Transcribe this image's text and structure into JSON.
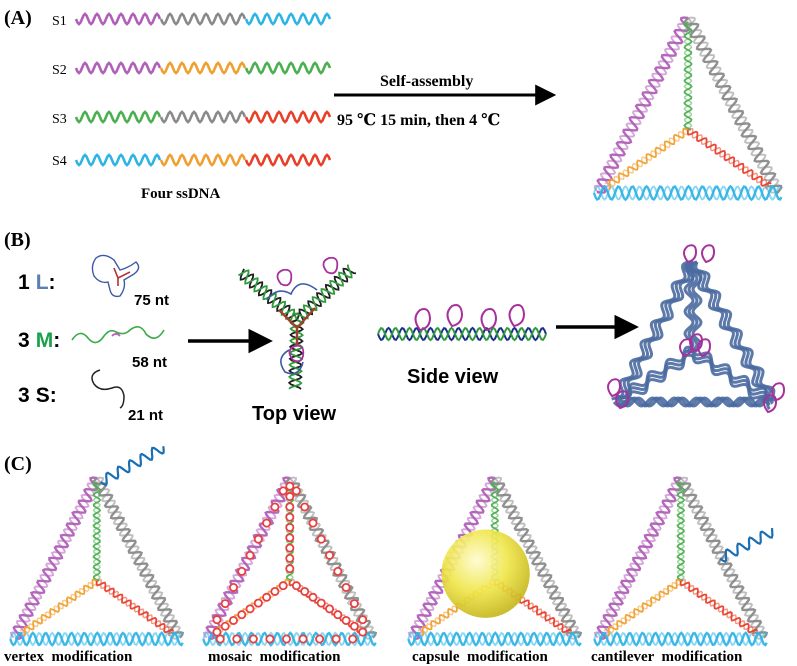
{
  "panels": {
    "a": {
      "label": "(A)",
      "strands": [
        {
          "name": "S1",
          "segments": [
            "purple",
            "gray",
            "cyan"
          ]
        },
        {
          "name": "S2",
          "segments": [
            "purple",
            "orange",
            "green"
          ]
        },
        {
          "name": "S3",
          "segments": [
            "green",
            "gray",
            "red"
          ]
        },
        {
          "name": "S4",
          "segments": [
            "cyan",
            "orange",
            "red"
          ]
        }
      ],
      "strands_caption": "Four ssDNA",
      "arrow_top": "Self-assembly",
      "arrow_bottom": "95 ℃ 15 min, then 4 ℃"
    },
    "b": {
      "label": "(B)",
      "components": [
        {
          "count": "1",
          "letter": "L",
          "colon": ":",
          "letter_color": "#5b7fb4",
          "nt": "75 nt",
          "shape": "tripod"
        },
        {
          "count": "3",
          "letter": "M",
          "colon": ":",
          "letter_color": "#1aa24a",
          "nt": "58 nt",
          "shape": "wave"
        },
        {
          "count": "3",
          "letter": "S",
          "colon": ":",
          "letter_color": "#000000",
          "nt": "21 nt",
          "shape": "loop"
        }
      ],
      "top_view": "Top view",
      "side_view": "Side view"
    },
    "c": {
      "label": "(C)",
      "modifications": [
        {
          "caption": "vertex  modification",
          "type": "vertex"
        },
        {
          "caption": "mosaic  modification",
          "type": "mosaic"
        },
        {
          "caption": "capsule  modification",
          "type": "capsule"
        },
        {
          "caption": "cantilever  modification",
          "type": "cantilever"
        }
      ]
    }
  },
  "colors": {
    "purple": "#b060b8",
    "gray": "#8a8a8a",
    "cyan": "#30b4e6",
    "orange": "#f0a030",
    "green": "#4caf50",
    "red": "#e8402a",
    "navy": "#4a6aa0",
    "magenta": "#a8309c",
    "mosaic_dot": "#e84040",
    "capsule": "#e6e040",
    "helix_blue": "#1a6fb4"
  }
}
